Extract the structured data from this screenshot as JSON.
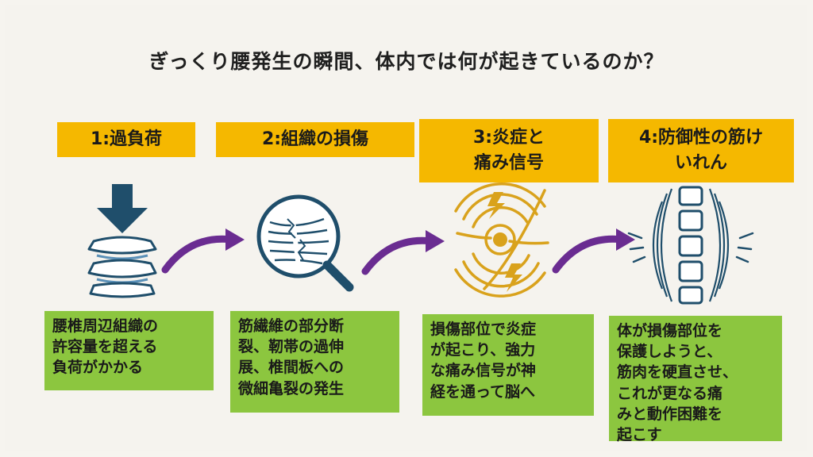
{
  "title": "ぎっくり腰発生の瞬間、体内では何が起きているのか？",
  "steps": [
    {
      "label": "1:過負荷",
      "icon": "spine-pressure-icon",
      "description": "腰椎周辺組織の\n許容量を超える\n負荷がかかる"
    },
    {
      "label": "2:組織の損傷",
      "icon": "torn-fiber-magnifier-icon",
      "description": "筋繊維の部分断\n裂、靭帯の過伸\n展、椎間板への\n微細亀裂の発生"
    },
    {
      "label": "3:炎症と\n痛み信号",
      "icon": "inflammation-signal-icon",
      "description": "損傷部位で炎症\nが起こり、強力\nな痛み信号が神\n経を通って脳へ"
    },
    {
      "label": "4:防御性の筋け\nいれん",
      "icon": "muscle-spasm-spine-icon",
      "description": "体が損傷部位を\n保護しようと、\n筋肉を硬直させ、\nこれが更なる痛\nみと動作困難を\n起こす"
    }
  ],
  "colors": {
    "header_bg": "#f5b800",
    "desc_bg": "#8cc63f",
    "arrow": "#6a2c91",
    "icon_dark": "#1f4e6b",
    "icon_accent": "#d9a21c"
  }
}
